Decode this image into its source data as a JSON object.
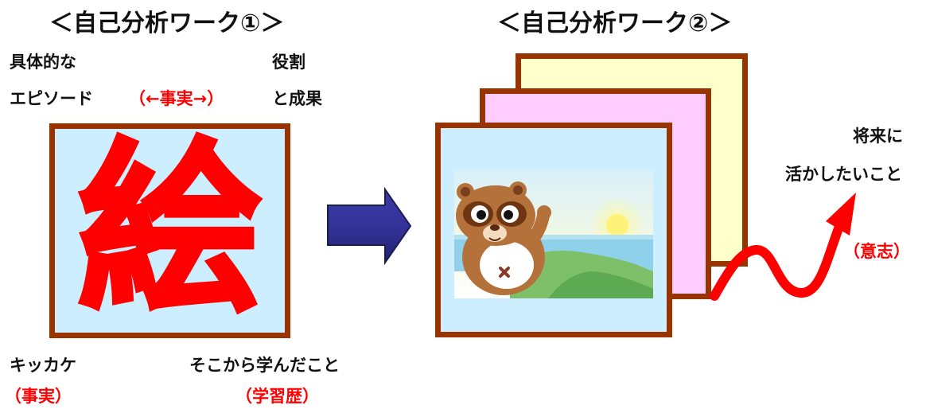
{
  "work1": {
    "title": "＜自己分析ワーク①＞",
    "top_left_line1": "具体的な",
    "top_left_line2": "エピソード",
    "top_center": "（←事実→）",
    "top_right_line1": "役割",
    "top_right_line2": "と成果",
    "kanji": "絵",
    "bottom_left": "キッカケ",
    "bottom_left_tag": "（事実）",
    "bottom_right": "そこから学んだこと",
    "bottom_right_tag": "（学習歴）"
  },
  "work2": {
    "title": "＜自己分析ワーク②＞",
    "future_line1": "将来に",
    "future_line2": "活かしたいこと",
    "future_tag": "（意志）"
  },
  "colors": {
    "frame_border": "#993300",
    "frame_blue": "#cceeff",
    "frame_pink": "#ffccff",
    "frame_yellow": "#ffffcc",
    "accent_red": "#ff0000",
    "arrow_navy": "#333399"
  }
}
